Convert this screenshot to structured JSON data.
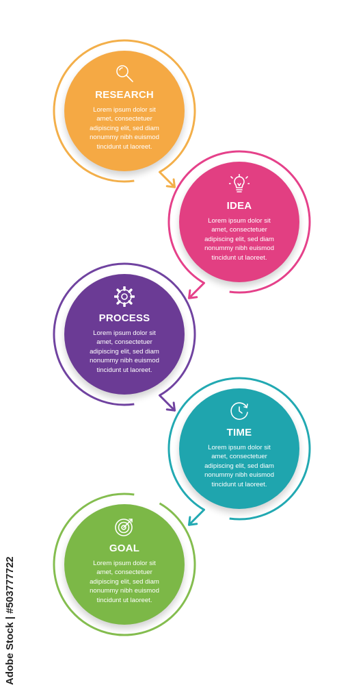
{
  "steps": [
    {
      "title": "RESEARCH",
      "icon": "magnifier-icon",
      "color": "#F5A944",
      "ring": "#F3AF4A",
      "body": [
        "Lorem ipsum dolor sit",
        "amet, consectetuer",
        "adipiscing elit, sed diam",
        "nonummy nibh euismod",
        "tincidunt ut laoreet."
      ]
    },
    {
      "title": "IDEA",
      "icon": "lightbulb-icon",
      "color": "#E23F82",
      "ring": "#E5418A",
      "body": [
        "Lorem ipsum dolor sit",
        "amet, consectetuer",
        "adipiscing elit, sed diam",
        "nonummy nibh euismod",
        "tincidunt ut laoreet."
      ]
    },
    {
      "title": "PROCESS",
      "icon": "gear-icon",
      "color": "#6B3B95",
      "ring": "#7043A0",
      "body": [
        "Lorem ipsum dolor sit",
        "amet, consectetuer",
        "adipiscing elit, sed diam",
        "nonummy nibh euismod",
        "tincidunt ut laoreet."
      ]
    },
    {
      "title": "TIME",
      "icon": "clock-icon",
      "color": "#1FA5AE",
      "ring": "#22A9B2",
      "body": [
        "Lorem ipsum dolor sit",
        "amet, consectetuer",
        "adipiscing elit, sed diam",
        "nonummy nibh euismod",
        "tincidunt ut laoreet."
      ]
    },
    {
      "title": "GOAL",
      "icon": "target-icon",
      "color": "#7CB847",
      "ring": "#84BD4F",
      "body": [
        "Lorem ipsum dolor sit",
        "amet, consectetuer",
        "adipiscing elit, sed diam",
        "nonummy nibh euismod",
        "tincidunt ut laoreet."
      ]
    }
  ],
  "watermark": "Adobe Stock | #503777722"
}
